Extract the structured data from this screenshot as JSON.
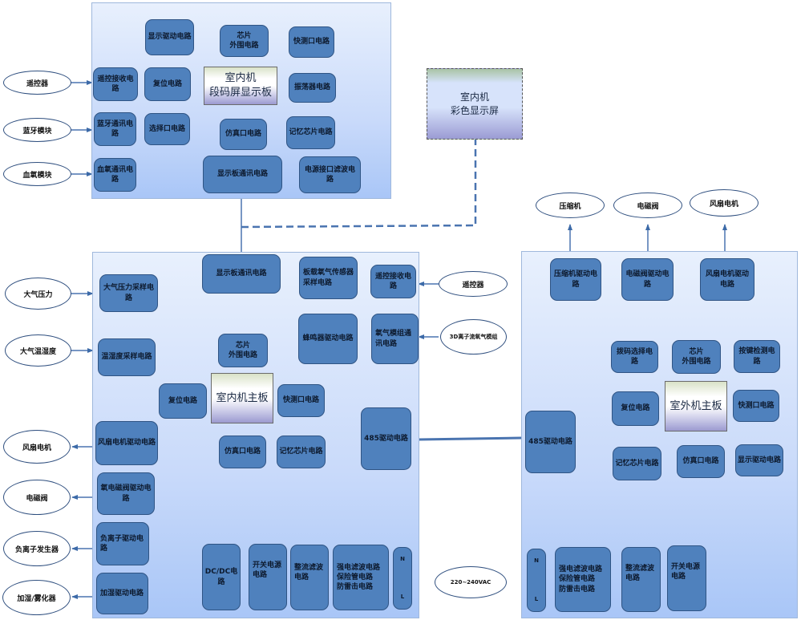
{
  "colors": {
    "block_fill": "#4f81bd",
    "block_border": "#2f5484",
    "line": "#4a74b0",
    "panel": "#c9dafa"
  },
  "display_panel": {
    "board_label": "室内机\n段码屏显示板",
    "blocks": {
      "display_driver": "显示驱动电路",
      "chip_periph": "芯片\n外围电路",
      "fast_test": "快测口电路",
      "remote_rx": "遥控接收电路",
      "reset": "复位电路",
      "oscillator": "振荡器电路",
      "bt_comm": "蓝牙通讯电路",
      "select_port": "选择口电路",
      "emulator": "仿真口电路",
      "memory": "记忆芯片电路",
      "spo2_comm": "血氧通讯电路",
      "display_comm": "显示板通讯电路",
      "power_filter": "电源接口滤波电路"
    },
    "inputs": {
      "remote": "遥控器",
      "bluetooth": "蓝牙模块",
      "spo2": "血氧模块"
    }
  },
  "color_screen": {
    "label": "室内机\n彩色显示屏"
  },
  "indoor_main": {
    "board_label": "室内机主板",
    "blocks": {
      "display_comm": "显示板通讯电路",
      "o2_sensor": "板载氧气传感器采样电路",
      "remote_rx": "遥控接收电路",
      "pressure": "大气压力采样电路",
      "buzzer": "蜂鸣器驱动电路",
      "o2_module_comm": "氧气模组通讯电路",
      "temp_hum": "温湿度采样电路",
      "chip_periph": "芯片\n外围电路",
      "reset": "复位电路",
      "fast_test": "快测口电路",
      "rs485": "485驱动电路",
      "fan_driver": "风扇电机驱动电路",
      "emulator": "仿真口电路",
      "memory": "记忆芯片电路",
      "o2_valve": "氧电磁阀驱动电路",
      "anion": "负离子驱动电路",
      "humidifier": "加湿驱动电路",
      "dcdc": "DC/DC电路",
      "switch_psu": "开关电源\n电路",
      "rectifier": "整流滤波\n电路",
      "emi": "强电滤波电路\n保险管电路\n防雷击电路",
      "terminal_n": "N",
      "terminal_l": "L"
    },
    "inputs": {
      "pressure": "大气压力",
      "temp_hum": "大气温湿度",
      "remote": "遥控器",
      "o2_module": "3D离子流氧气模组"
    },
    "outputs": {
      "fan": "风扇电机",
      "valve": "电磁阀",
      "anion": "负离子发生器",
      "humidifier": "加湿/雾化器"
    }
  },
  "power_source": "220~240VAC",
  "outdoor_main": {
    "board_label": "室外机主板",
    "blocks": {
      "compressor_drv": "压缩机驱动电路",
      "valve_drv": "电磁阀驱动电路",
      "fan_drv": "风扇电机驱动电路",
      "dip_select": "拨码选择电路",
      "chip_periph": "芯片\n外围电路",
      "key_detect": "按键检测电路",
      "reset": "复位电路",
      "fast_test": "快测口电路",
      "rs485": "485驱动电路",
      "memory": "记忆芯片电路",
      "emulator": "仿真口电路",
      "display_drv": "显示驱动电路",
      "terminal_n": "N",
      "terminal_l": "L",
      "emi": "强电滤波电路\n保险管电路\n防雷击电路",
      "rectifier": "整流滤波\n电路",
      "switch_psu": "开关电源\n电路"
    },
    "outputs": {
      "compressor": "压缩机",
      "valve": "电磁阀",
      "fan": "风扇电机"
    }
  }
}
